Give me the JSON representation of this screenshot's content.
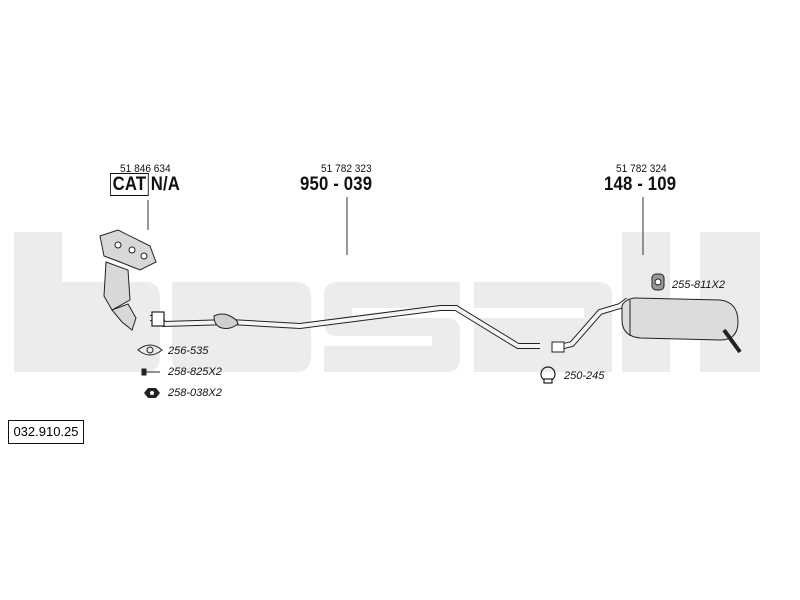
{
  "diagram": {
    "background_colors": {
      "watermark": "#ececec",
      "line": "#222222",
      "part_fill": "#d8d8d8"
    },
    "watermark_name": "bosal-logo-watermark",
    "reference_number": "032.910.25",
    "parts": [
      {
        "id": "catalyst",
        "oem_number": "51 846 634",
        "cat_label": "CAT",
        "part_number": "N/A"
      },
      {
        "id": "middle-pipe",
        "oem_number": "51 782 323",
        "part_number": "950 - 039"
      },
      {
        "id": "rear-silencer",
        "oem_number": "51 782 324",
        "part_number": "148 - 109"
      }
    ],
    "accessories": [
      {
        "code": "256-535",
        "icon": "gasket-icon"
      },
      {
        "code": "258-825X2",
        "icon": "bolt-icon"
      },
      {
        "code": "258-038X2",
        "icon": "nut-icon"
      },
      {
        "code": "250-245",
        "icon": "clamp-icon"
      },
      {
        "code": "255-811X2",
        "icon": "rubber-mount-icon"
      }
    ]
  }
}
